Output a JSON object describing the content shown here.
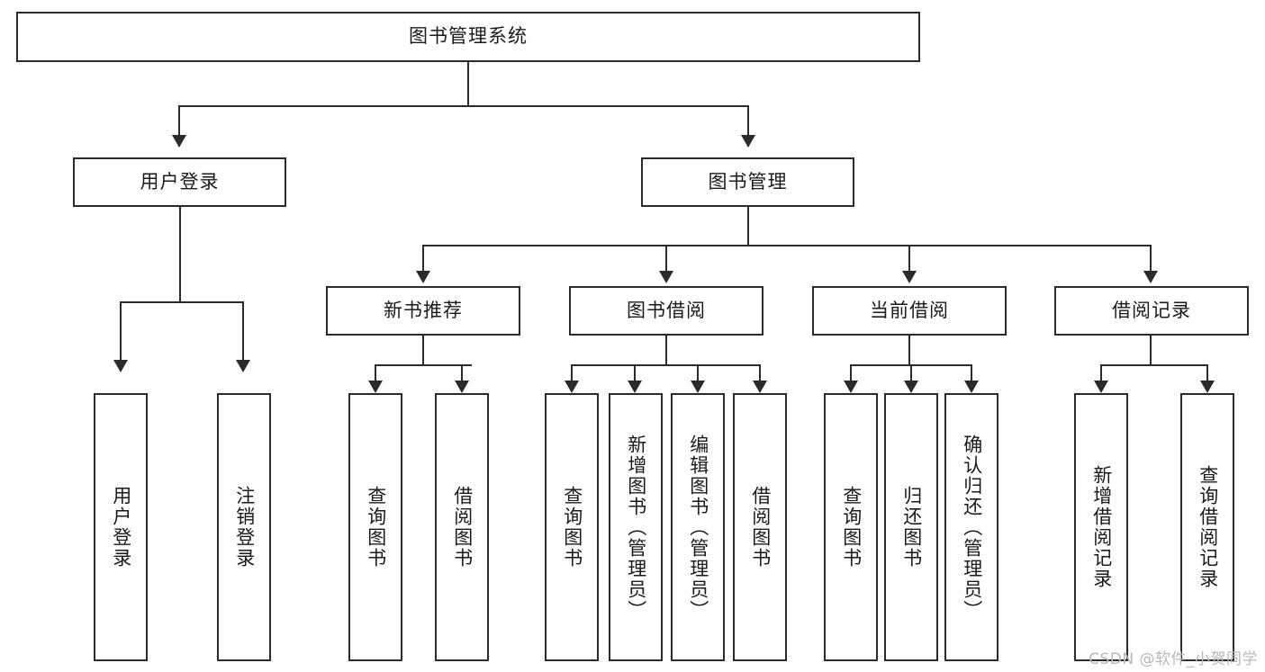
{
  "diagram": {
    "type": "tree",
    "title": "图书管理系统",
    "root": {
      "label": "图书管理系统"
    },
    "level2": [
      {
        "label": "用户登录"
      },
      {
        "label": "图书管理"
      }
    ],
    "level3": [
      {
        "label": "新书推荐"
      },
      {
        "label": "图书借阅"
      },
      {
        "label": "当前借阅"
      },
      {
        "label": "借阅记录"
      }
    ],
    "leaves": {
      "user_login": [
        {
          "label": "用户登录"
        },
        {
          "label": "注销登录"
        }
      ],
      "new_book_recommend": [
        {
          "label": "查询图书"
        },
        {
          "label": "借阅图书"
        }
      ],
      "book_borrow": [
        {
          "label": "查询图书"
        },
        {
          "label": "新增图书（管理员）"
        },
        {
          "label": "编辑图书（管理员）"
        },
        {
          "label": "借阅图书"
        }
      ],
      "current_borrow": [
        {
          "label": "查询图书"
        },
        {
          "label": "归还图书"
        },
        {
          "label": "确认归还（管理员）"
        }
      ],
      "borrow_record": [
        {
          "label": "新增借阅记录"
        },
        {
          "label": "查询借阅记录"
        }
      ]
    }
  },
  "watermark": {
    "text": "CSDN @软件_小贺同学"
  },
  "colors": {
    "border": "#2b2b2b",
    "text": "#1a1a1a",
    "background": "#ffffff",
    "watermark": "#b8b8b8"
  }
}
